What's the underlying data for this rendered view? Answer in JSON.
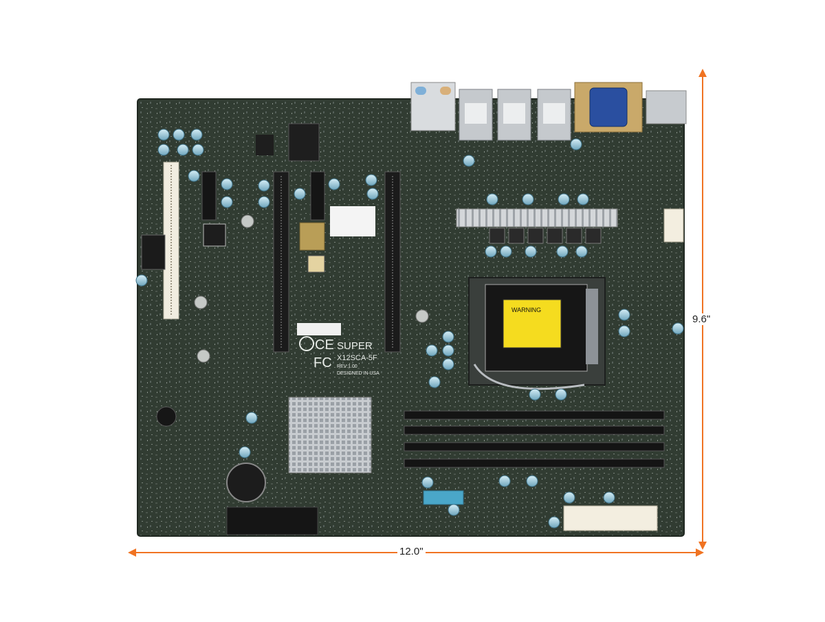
{
  "dimensions": {
    "width_label": "12.0\"",
    "height_label": "9.6\"",
    "arrow_color": "#f07322"
  },
  "board": {
    "brand": "SUPER",
    "model": "X12SCA-5F",
    "rev": "REV:1.00",
    "designed_in": "DESIGNED IN USA",
    "warning_label": "WARNING",
    "pcb_color": "#2f3a30"
  }
}
